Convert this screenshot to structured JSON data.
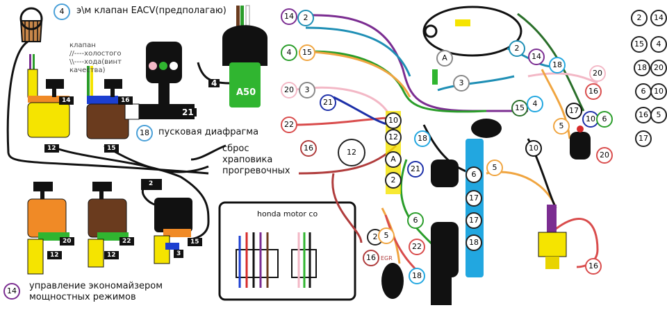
{
  "labels": {
    "eacv": "э\\м клапан EACV(предполагаю)",
    "idle_valve": "клапан\n//----холостого\n\\\\----хода(винт\nкачества)",
    "diaphragm": "пусковая диафрагма",
    "ratchet": "сброс\nхраповика\nпрогревочных",
    "economizer": "управление экономайзером\nмощностных режимов",
    "honda": "honda motor co",
    "a50": "A50",
    "egr": "EGR"
  },
  "left_numbers": [
    "4",
    "18",
    "14"
  ],
  "tags": [
    "14",
    "16",
    "12",
    "15",
    "20",
    "22",
    "12",
    "12",
    "2",
    "3",
    "15",
    "21",
    "4"
  ],
  "right_legend": [
    "2",
    "14",
    "15",
    "4",
    "18",
    "20",
    "6",
    "10",
    "16",
    "5",
    "17"
  ],
  "circle_labels": [
    "14",
    "2",
    "4",
    "15",
    "20",
    "3",
    "21",
    "22",
    "16",
    "12",
    "10",
    "12",
    "A",
    "2",
    "21",
    "18",
    "A",
    "2",
    "14",
    "18",
    "3",
    "20",
    "16",
    "17",
    "15",
    "4",
    "5",
    "10",
    "6",
    "20",
    "10",
    "5",
    "6",
    "17",
    "17",
    "18",
    "2",
    "5",
    "16",
    "22",
    "18",
    "6",
    "16",
    "EGR"
  ]
}
